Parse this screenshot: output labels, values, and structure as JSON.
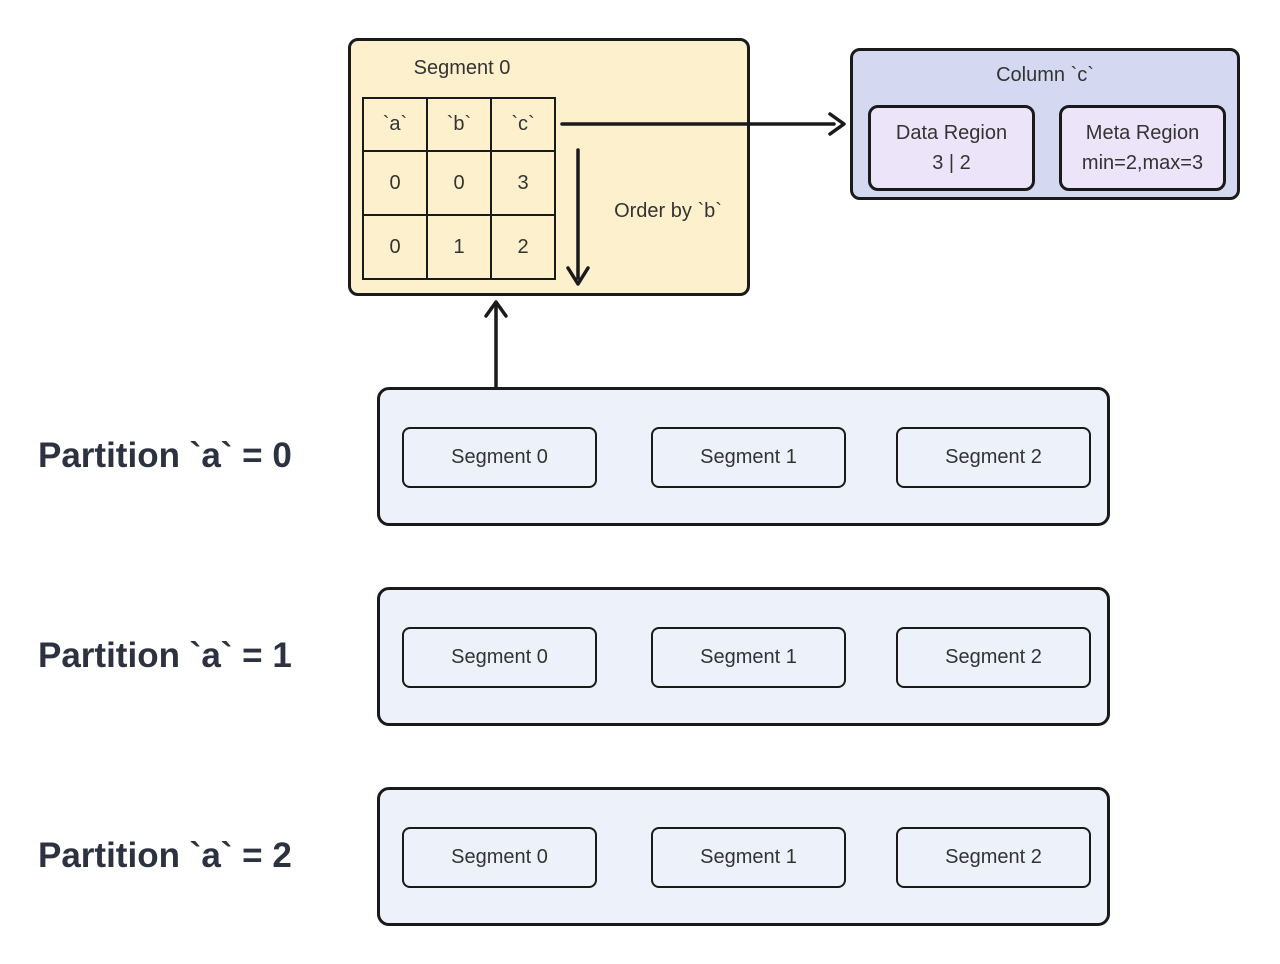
{
  "colors": {
    "canvas-bg": "#ffffff",
    "stroke": "#1a1a1a",
    "text": "#333333",
    "segment-detail-fill": "#fcf0cd",
    "column-box-fill": "#d4d9f1",
    "region-box-fill": "#ece5fa",
    "partition-fill": "#edf2fa",
    "partition-label-color": "#2d3240"
  },
  "segment_detail": {
    "title": "Segment 0",
    "order_by_label": "Order by `b`",
    "table": {
      "headers": [
        "`a`",
        "`b`",
        "`c`"
      ],
      "rows": [
        [
          "0",
          "0",
          "3"
        ],
        [
          "0",
          "1",
          "2"
        ]
      ]
    }
  },
  "column_detail": {
    "title": "Column `c`",
    "regions": [
      {
        "name": "Data Region",
        "value": "3 | 2"
      },
      {
        "name": "Meta Region",
        "value": "min=2,max=3"
      }
    ]
  },
  "partitions": [
    {
      "label": "Partition `a` = 0",
      "segments": [
        "Segment 0",
        "Segment 1",
        "Segment 2"
      ]
    },
    {
      "label": "Partition `a` = 1",
      "segments": [
        "Segment 0",
        "Segment 1",
        "Segment 2"
      ]
    },
    {
      "label": "Partition `a` = 2",
      "segments": [
        "Segment 0",
        "Segment 1",
        "Segment 2"
      ]
    }
  ]
}
